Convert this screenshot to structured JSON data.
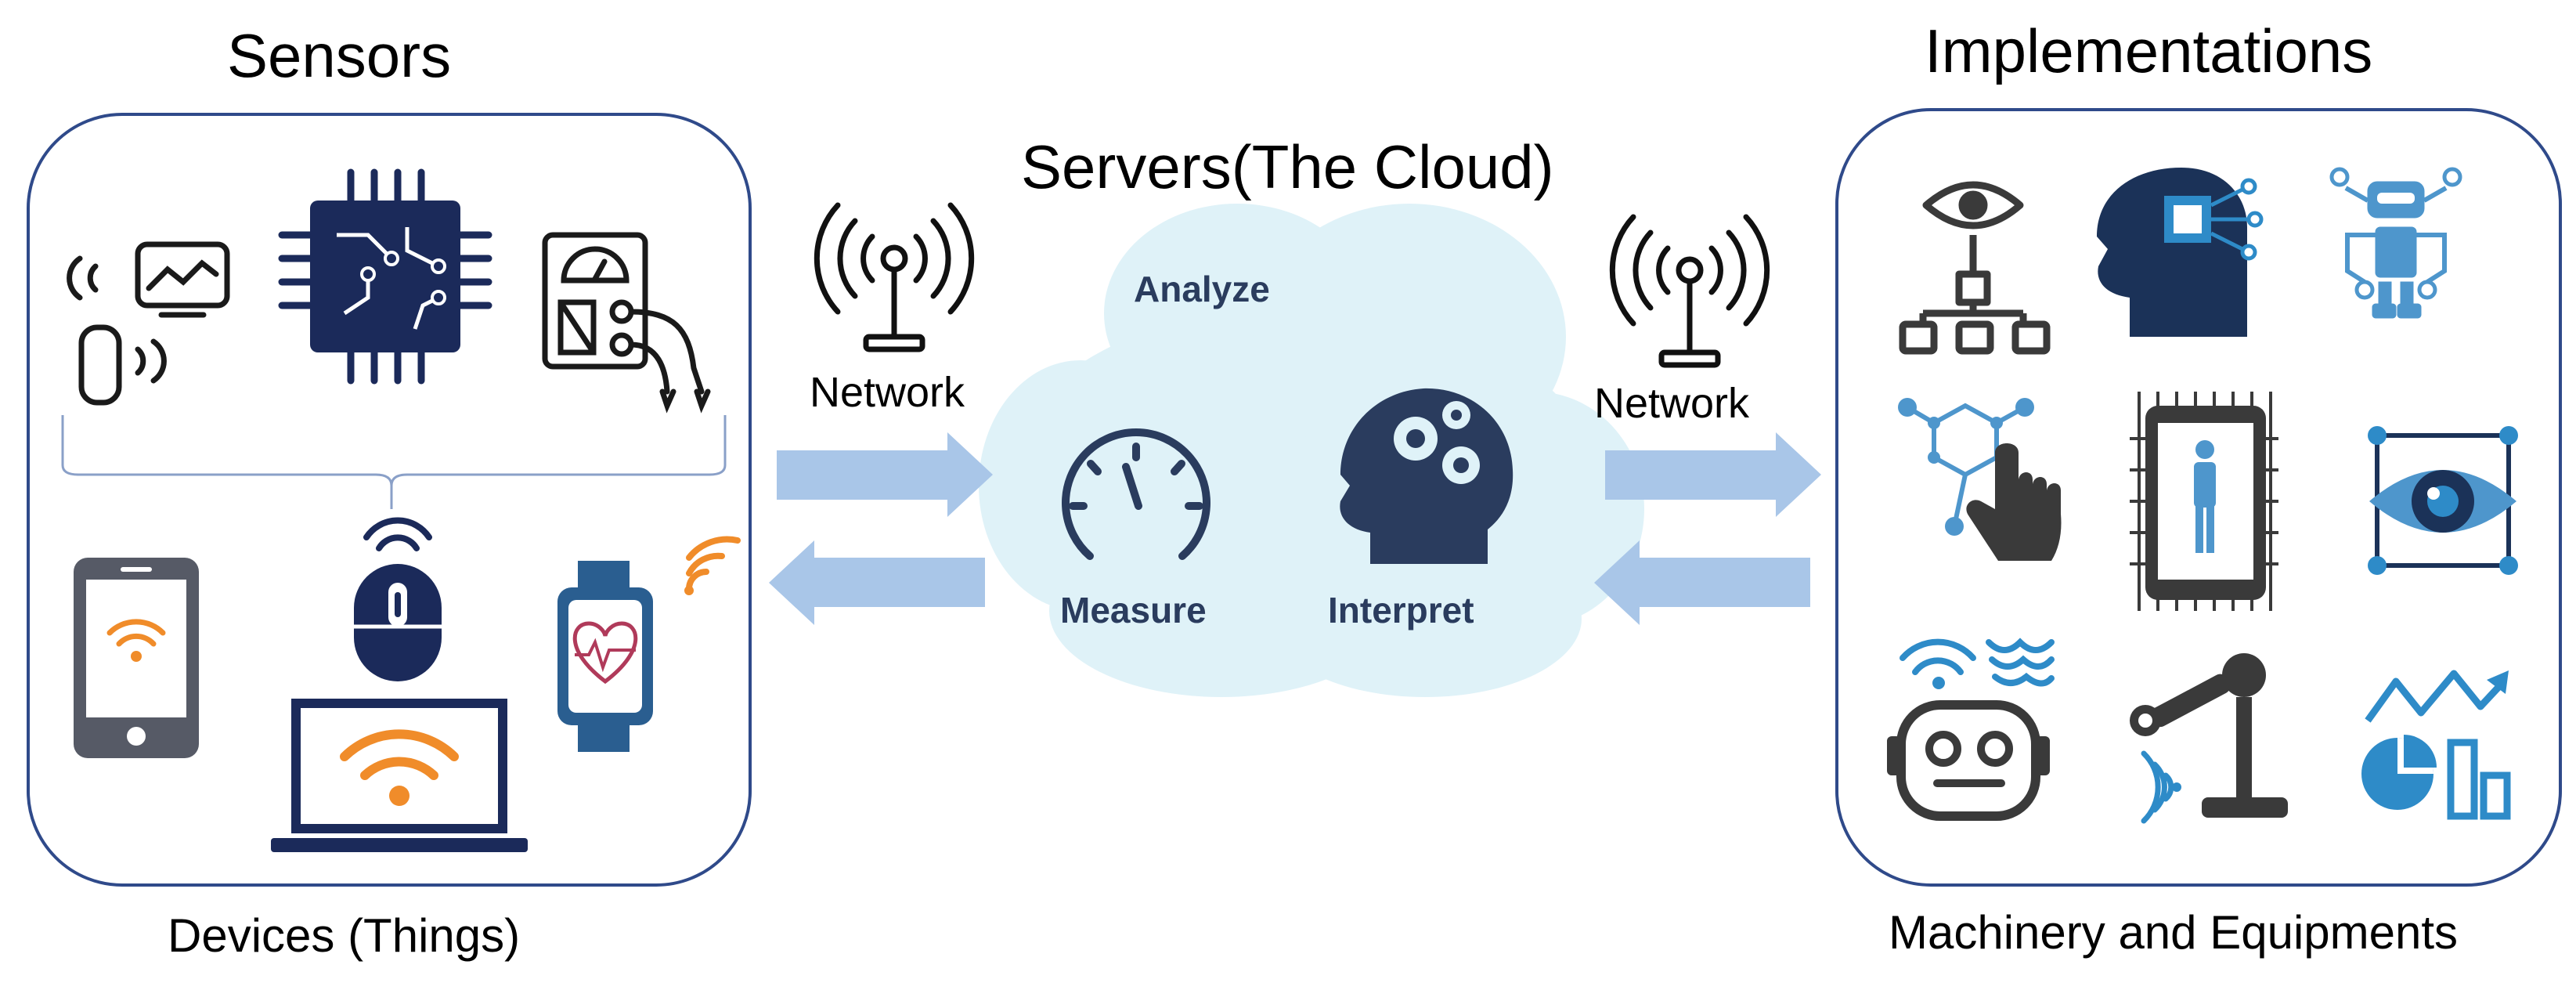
{
  "titles": {
    "sensors": "Sensors",
    "servers": "Servers(The Cloud)",
    "implementations": "Implementations"
  },
  "captions": {
    "devices": "Devices (Things)",
    "machinery": "Machinery and Equipments"
  },
  "network": {
    "left": "Network",
    "right": "Network"
  },
  "cloud": {
    "analyze": "Analyze",
    "measure": "Measure",
    "interpret": "Interpret"
  },
  "colors": {
    "panel_border": "#2f4a8a",
    "arrow": "#a9c6e8",
    "cloud": "#dff2f8",
    "navy": "#1b2a5a",
    "orange": "#f08c2a",
    "teal_blue": "#2e8bc8",
    "dark_gray": "#3a3a3a"
  },
  "icons": {
    "sensors_panel": [
      "wave-sensor-icon",
      "microchip-icon",
      "multimeter-icon",
      "smartphone-wifi-icon",
      "mouse-icon",
      "laptop-wifi-icon",
      "smartwatch-heart-icon"
    ],
    "implementations_panel": [
      "vision-hierarchy-icon",
      "ai-brain-chip-icon",
      "robot-icon",
      "molecule-touch-icon",
      "tablet-human-icon",
      "eye-scan-icon",
      "robot-face-icon",
      "robotic-arm-icon",
      "analytics-chart-icon"
    ],
    "cloud": [
      "gauge-icon",
      "brain-gears-icon"
    ],
    "network": [
      "antenna-left-icon",
      "antenna-right-icon"
    ]
  }
}
